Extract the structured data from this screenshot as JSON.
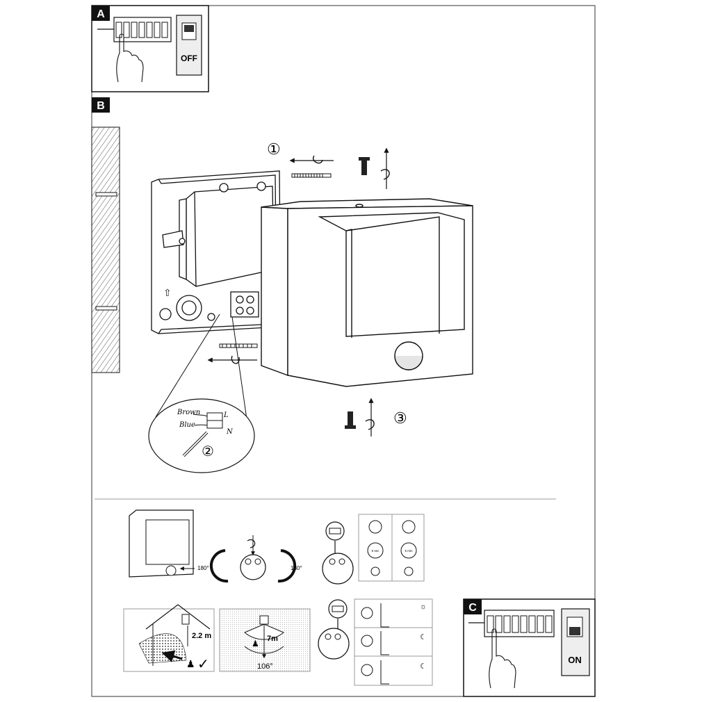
{
  "steps": {
    "a": {
      "tag": "A",
      "switch_label": "OFF"
    },
    "b": {
      "tag": "B"
    },
    "c": {
      "tag": "C",
      "switch_label": "ON"
    }
  },
  "install": {
    "step_1": "①",
    "step_2": "②",
    "step_3": "③",
    "wires": {
      "brown": "Brown",
      "blue": "Blue",
      "live": "L",
      "neutral": "N"
    }
  },
  "sensor": {
    "rotation_left": "180°",
    "rotation_right": "180°",
    "timer_short": "5 sec",
    "timer_long": "5 min",
    "mount_height": "2.2 m",
    "range": "7m",
    "angle": "106°"
  },
  "colors": {
    "line": "#1a1a1a",
    "tag_bg": "#111111",
    "hatch": "#555555"
  }
}
